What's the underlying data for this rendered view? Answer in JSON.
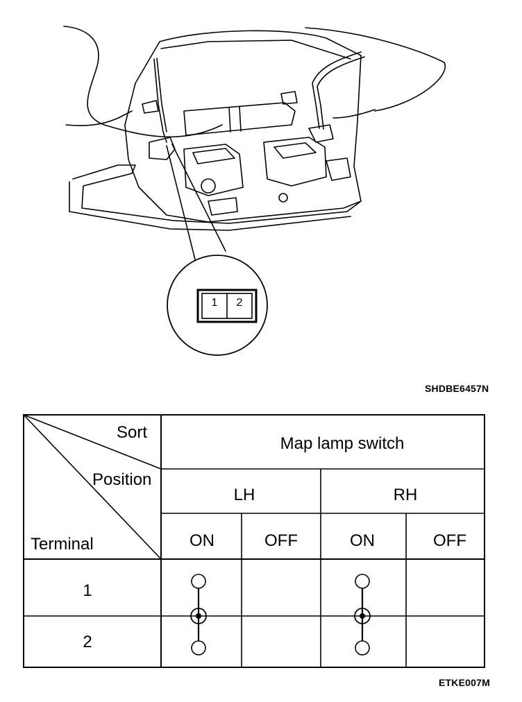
{
  "figure_codes": {
    "illustration": "SHDBE6457N",
    "table": "ETKE007M"
  },
  "connector": {
    "pin1": "1",
    "pin2": "2"
  },
  "table": {
    "sort_label": "Sort",
    "position_label": "Position",
    "terminal_label": "Terminal",
    "title": "Map lamp switch",
    "groups": [
      "LH",
      "RH"
    ],
    "states": [
      "ON",
      "OFF",
      "ON",
      "OFF"
    ],
    "terminals": [
      "1",
      "2"
    ],
    "continuity": [
      {
        "group": "LH",
        "state": "ON",
        "terminals": [
          "1",
          "2"
        ]
      },
      {
        "group": "RH",
        "state": "ON",
        "terminals": [
          "1",
          "2"
        ]
      }
    ]
  },
  "colors": {
    "line": "#000000",
    "background": "#ffffff"
  }
}
